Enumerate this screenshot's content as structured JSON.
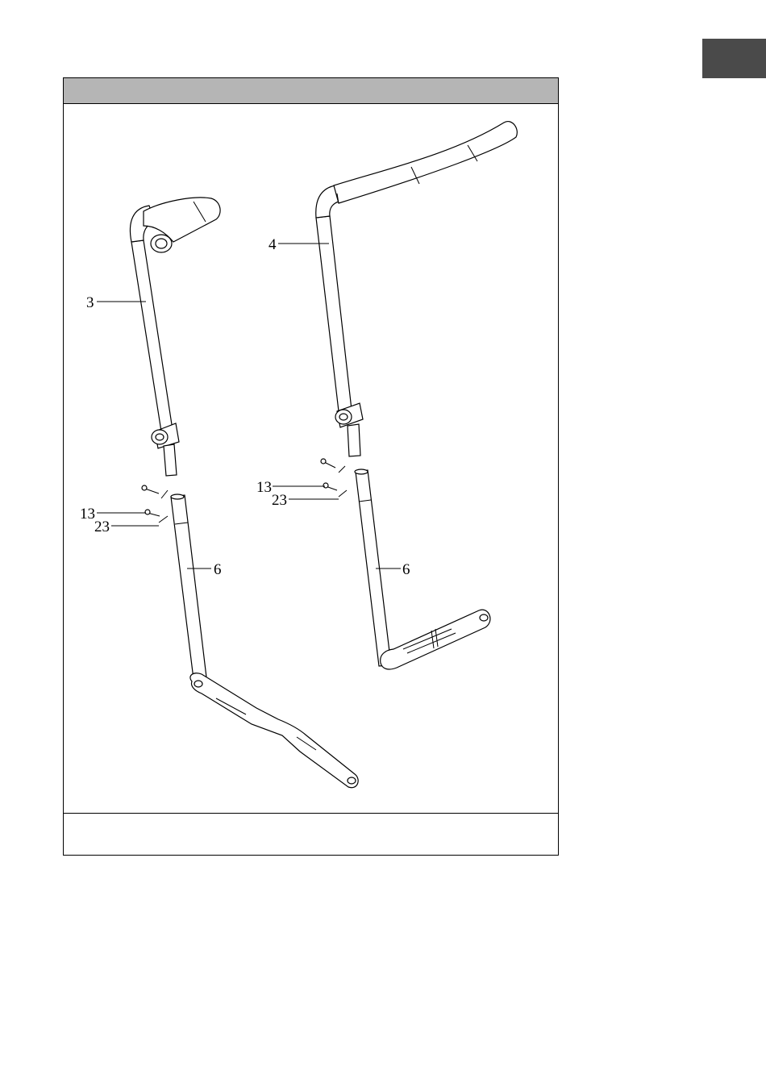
{
  "callouts": {
    "left_handlebar": "3",
    "right_handlebar": "4",
    "left_screw": "13",
    "left_washer": "23",
    "left_arm": "6",
    "right_screw": "13",
    "right_washer": "23",
    "right_arm": "6"
  },
  "colors": {
    "tab": "#4a4a4a",
    "header": "#b5b5b5"
  }
}
